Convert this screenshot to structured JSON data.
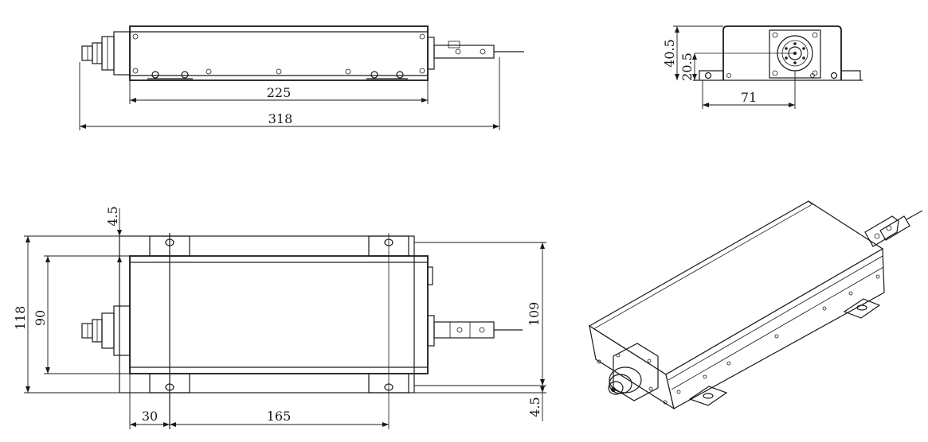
{
  "top_view": {
    "dim_body_length": "225",
    "dim_total_length": "318"
  },
  "end_view": {
    "dim_height": "40.5",
    "dim_axis_height": "20.5",
    "dim_axis_offset": "71"
  },
  "plan_view": {
    "dim_flange_offset": "4.5",
    "dim_total_width": "118",
    "dim_body_width": "90",
    "dim_width_mounts": "109",
    "dim_flange_offset_bottom": "4.5",
    "dim_mount_edge": "30",
    "dim_mount_spacing": "165"
  },
  "colors": {
    "line": "#1a1a1a",
    "background": "#ffffff"
  }
}
